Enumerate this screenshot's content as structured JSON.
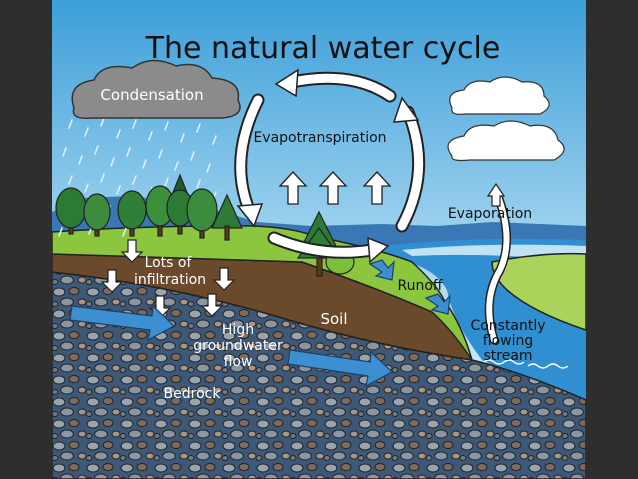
{
  "title": "The natural water cycle",
  "labels": {
    "condensation": "Condensation",
    "evapotranspiration": "Evapotranspiration",
    "evaporation": "Evaporation",
    "lots_of": "Lots of",
    "infiltration": "infiltration",
    "runoff": "Runoff",
    "soil": "Soil",
    "high": "High",
    "groundwater": "groundwater",
    "flow": "flow",
    "bedrock": "Bedrock",
    "constantly": "Constantly",
    "flowing": "flowing",
    "stream": "stream"
  },
  "colors": {
    "frame_bg": "#2e2e2e",
    "sky_top": "#4aa8dc",
    "sky_bottom": "#d6eef9",
    "soil": "#6b4a2b",
    "grass": "#8cc63f",
    "bedrock": "#3f5a78",
    "water": "#2f8fd0",
    "arrow_blue": "#3c8fd1"
  }
}
